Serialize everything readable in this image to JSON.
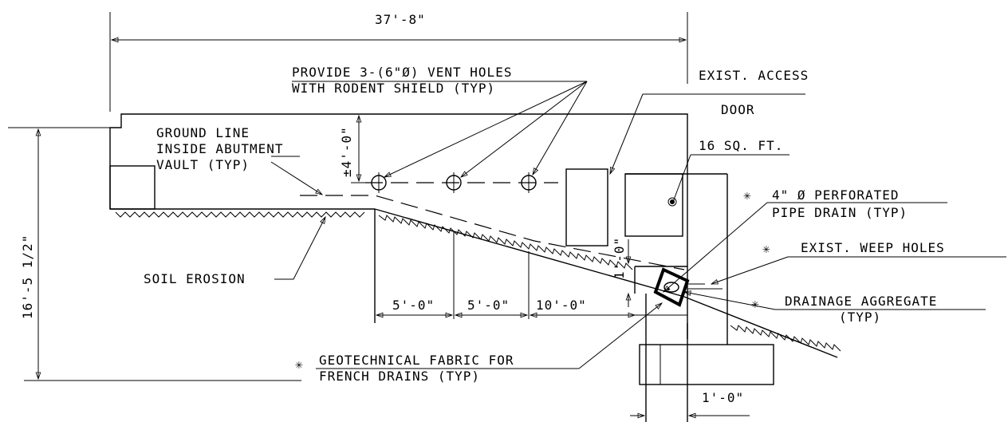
{
  "dimensions": {
    "overall_width": "37'-8\"",
    "overall_height": "16'-5 1/2\"",
    "vent_height": "±4'-0\"",
    "spacing_1": "5'-0\"",
    "spacing_2": "5'-0\"",
    "spacing_3": "10'-0\"",
    "drain_height": "1'-0\"",
    "wall_offset": "1'-0\""
  },
  "notes": {
    "vent_line1": "PROVIDE 3-(6\"Ø) VENT HOLES",
    "vent_line2": "WITH RODENT SHIELD (TYP)",
    "access_line1": "EXIST. ACCESS",
    "access_line2": "DOOR",
    "area": "16 SQ. FT.",
    "ground_line1": "GROUND LINE",
    "ground_line2": "INSIDE ABUTMENT",
    "ground_line3": "VAULT (TYP)",
    "pipe_line1": "4\" Ø PERFORATED",
    "pipe_line2": "PIPE DRAIN (TYP)",
    "weep": "EXIST. WEEP HOLES",
    "soil": "SOIL EROSION",
    "aggregate_line1": "DRAINAGE AGGREGATE",
    "aggregate_line2": "(TYP)",
    "fabric_line1": "GEOTECHNICAL FABRIC FOR",
    "fabric_line2": "FRENCH DRAINS (TYP)"
  },
  "symbols": {
    "asterisk": "✳"
  }
}
